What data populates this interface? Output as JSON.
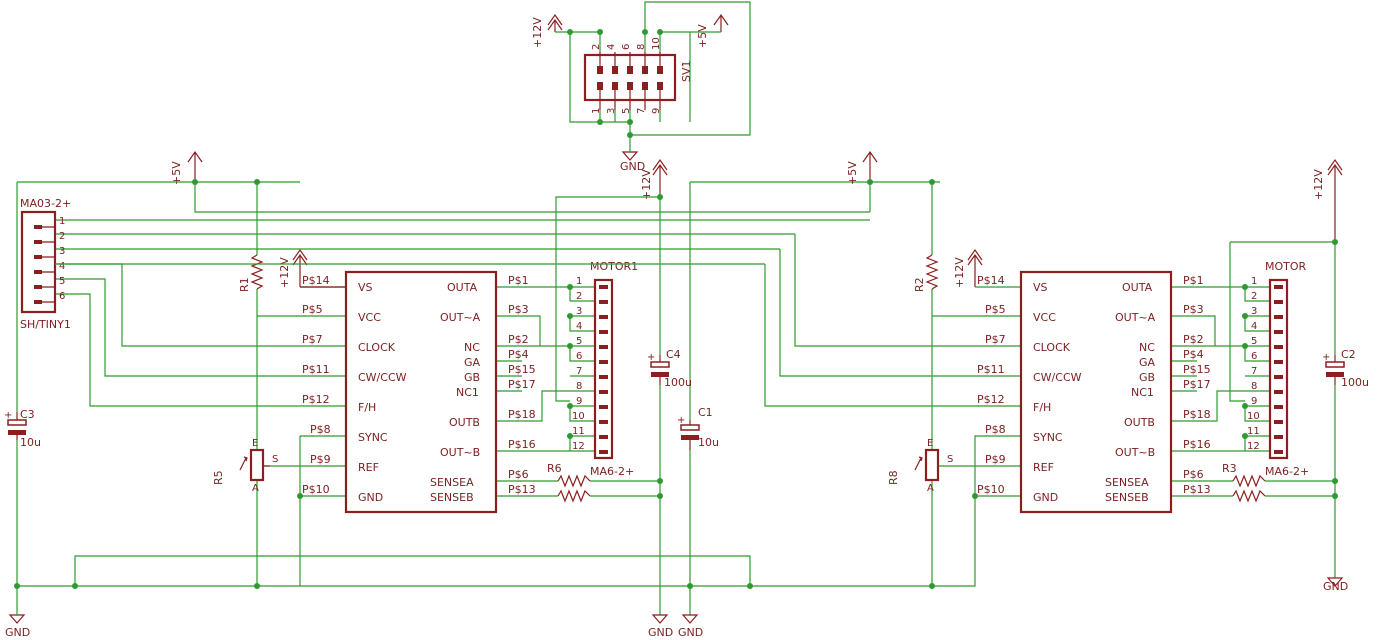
{
  "schematic": {
    "power": {
      "p5v": "+5V",
      "p12v": "+12V",
      "gnd": "GND"
    },
    "sv1": {
      "name": "SV1",
      "pins_top": [
        "2",
        "4",
        "6",
        "8",
        "10"
      ],
      "pins_bottom": [
        "1",
        "3",
        "5",
        "7",
        "9"
      ]
    },
    "connector": {
      "name": "MA03-2+",
      "part": "SH/TINY1",
      "pins": [
        "1",
        "2",
        "3",
        "4",
        "5",
        "6"
      ]
    },
    "ic_left_pins": [
      {
        "pad": "P$14",
        "name": "VS"
      },
      {
        "pad": "P$5",
        "name": "VCC"
      },
      {
        "pad": "P$7",
        "name": "CLOCK"
      },
      {
        "pad": "P$11",
        "name": "CW/CCW"
      },
      {
        "pad": "P$12",
        "name": "F/H"
      },
      {
        "pad": "P$8",
        "name": "SYNC"
      },
      {
        "pad": "P$9",
        "name": "REF"
      },
      {
        "pad": "P$10",
        "name": "GND"
      }
    ],
    "ic_right_pins": [
      {
        "pad": "P$1",
        "name": "OUTA"
      },
      {
        "pad": "P$3",
        "name": "OUT~A"
      },
      {
        "pad": "P$2",
        "name": "NC"
      },
      {
        "pad": "P$4",
        "name": "GA"
      },
      {
        "pad": "P$15",
        "name": "GB"
      },
      {
        "pad": "P$17",
        "name": "NC1"
      },
      {
        "pad": "P$18",
        "name": "OUTB"
      },
      {
        "pad": "P$16",
        "name": "OUT~B"
      },
      {
        "pad": "P$6",
        "name": "SENSEA"
      },
      {
        "pad": "P$13",
        "name": "SENSEB"
      }
    ],
    "motor_pins": [
      "1",
      "2",
      "3",
      "4",
      "5",
      "6",
      "7",
      "8",
      "9",
      "10",
      "11",
      "12"
    ],
    "motor_part": "MA6-2+",
    "left_channel": {
      "motor_name": "MOTOR1",
      "r_pull": "R1",
      "pot": "R5",
      "r_sense": "R6",
      "c_bulk": {
        "name": "C4",
        "value": "100u"
      },
      "c_small": {
        "name": "C1",
        "value": "10u"
      },
      "c_conn": {
        "name": "C3",
        "value": "10u"
      }
    },
    "right_channel": {
      "motor_name": "MOTOR",
      "r_pull": "R2",
      "pot": "R8",
      "r_sense": "R3",
      "c_bulk": {
        "name": "C2",
        "value": "100u"
      }
    },
    "pot_pins": {
      "a": "A",
      "e": "E",
      "s": "S"
    },
    "bottom_gnd_labels": [
      "GND",
      "GND",
      "GND",
      "GND"
    ]
  }
}
